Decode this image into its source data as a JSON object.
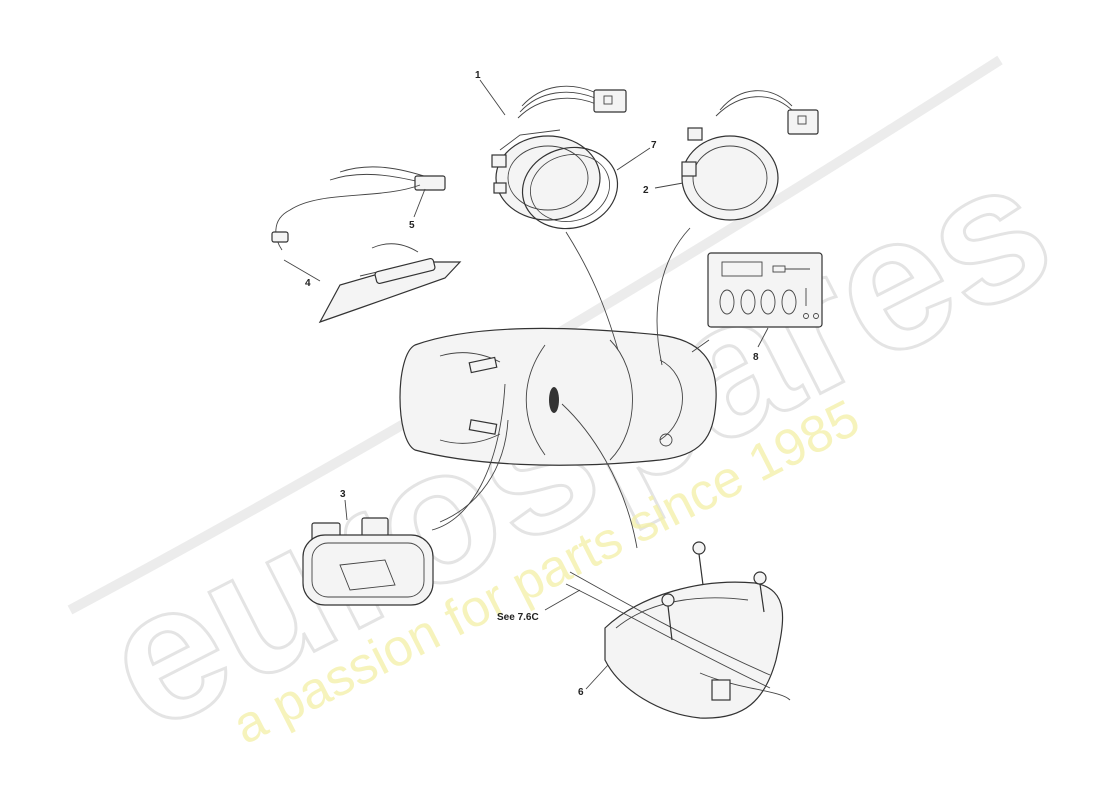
{
  "watermark": {
    "brand": "eurospares",
    "tagline": "a passion for parts since 1985"
  },
  "diagram": {
    "callouts": [
      {
        "id": "1",
        "text": "1"
      },
      {
        "id": "2",
        "text": "2"
      },
      {
        "id": "3",
        "text": "3"
      },
      {
        "id": "4",
        "text": "4"
      },
      {
        "id": "5",
        "text": "5"
      },
      {
        "id": "6",
        "text": "6"
      },
      {
        "id": "7",
        "text": "7"
      },
      {
        "id": "8",
        "text": "8"
      }
    ],
    "reference_note": "See 7.6C"
  },
  "colors": {
    "line": "#333333",
    "watermark_gray": "#e4e4e4",
    "watermark_yellow": "#f3f0a6"
  }
}
